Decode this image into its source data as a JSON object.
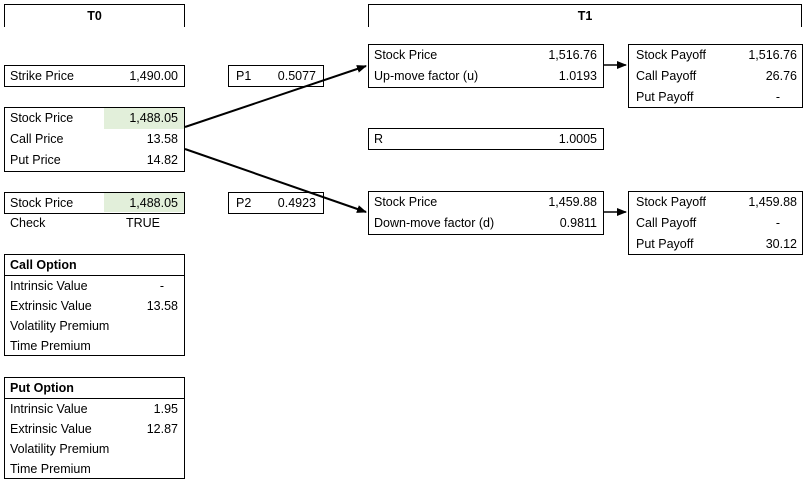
{
  "headers": {
    "t0": "T0",
    "t1": "T1"
  },
  "strike": {
    "label": "Strike Price",
    "value": "1,490.00"
  },
  "t0_prices": {
    "stock_label": "Stock Price",
    "stock_value": "1,488.05",
    "call_label": "Call Price",
    "call_value": "13.58",
    "put_label": "Put Price",
    "put_value": "14.82"
  },
  "check_block": {
    "stock_label": "Stock Price",
    "stock_value": "1,488.05",
    "check_label": "Check",
    "check_value": "TRUE"
  },
  "call_option": {
    "title": "Call Option",
    "intrinsic_label": "Intrinsic Value",
    "intrinsic_value": "-",
    "extrinsic_label": "Extrinsic Value",
    "extrinsic_value": "13.58",
    "vol_label": "Volatility Premium",
    "time_label": "Time Premium"
  },
  "put_option": {
    "title": "Put Option",
    "intrinsic_label": "Intrinsic Value",
    "intrinsic_value": "1.95",
    "extrinsic_label": "Extrinsic Value",
    "extrinsic_value": "12.87",
    "vol_label": "Volatility Premium",
    "time_label": "Time Premium"
  },
  "p1": {
    "label": "P1",
    "value": "0.5077"
  },
  "p2": {
    "label": "P2",
    "value": "0.4923"
  },
  "up_node": {
    "stock_label": "Stock Price",
    "stock_value": "1,516.76",
    "factor_label": "Up-move factor (u)",
    "factor_value": "1.0193"
  },
  "rate": {
    "label": "R",
    "value": "1.0005"
  },
  "down_node": {
    "stock_label": "Stock Price",
    "stock_value": "1,459.88",
    "factor_label": "Down-move factor (d)",
    "factor_value": "0.9811"
  },
  "up_payoff": {
    "stock_label": "Stock Payoff",
    "stock_value": "1,516.76",
    "call_label": "Call Payoff",
    "call_value": "26.76",
    "put_label": "Put Payoff",
    "put_value": "-"
  },
  "down_payoff": {
    "stock_label": "Stock Payoff",
    "stock_value": "1,459.88",
    "call_label": "Call Payoff",
    "call_value": "-",
    "put_label": "Put Payoff",
    "put_value": "30.12"
  }
}
